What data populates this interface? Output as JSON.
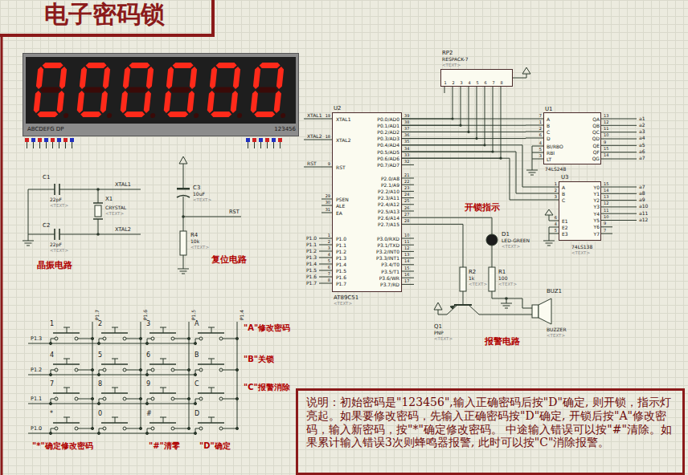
{
  "diagram": {
    "title": "电子密码锁",
    "nodes": [
      {
        "text": [
          "ABCDEFG DP",
          "123456"
        ]
      },
      {
        "text": [
          "RP2",
          "RESPACK-7",
          "<TEXT>",
          "1",
          "2",
          "3",
          "4",
          "5",
          "6",
          "7",
          "8"
        ]
      },
      {
        "text": [
          "U2",
          "XTAL1",
          "XTAL2",
          "RST",
          "PSEN",
          "ALE",
          "EA",
          "P1.0",
          "P1.1",
          "P1.2",
          "P1.3",
          "P1.4",
          "P1.5",
          "P1.6",
          "P1.7",
          "P0.0/AD0",
          "P0.1/AD1",
          "P0.2/AD2",
          "P0.3/AD3",
          "P0.4/AD4",
          "P0.5/AD5",
          "P0.6/AD6",
          "P0.7/AD7",
          "P2.0/A8",
          "P2.1/A9",
          "P2.2/A10",
          "P2.3/A11",
          "P2.4/A12",
          "P2.5/A13",
          "P2.6/A14",
          "P2.7/A15",
          "P3.0/RXD",
          "P3.1/TXD",
          "P3.2/INT0",
          "P3.3/INT1",
          "P3.4/T0",
          "P3.5/T1",
          "P3.6/WR",
          "P3.7/RD",
          "AT89C51",
          "<TEXT>"
        ]
      },
      {
        "text": [
          "U1",
          "A",
          "B",
          "C",
          "D",
          "BI/RBO",
          "RBI",
          "LT",
          "QA",
          "QB",
          "QC",
          "QD",
          "QE",
          "QF",
          "QG",
          "74LS248"
        ]
      },
      {
        "text": [
          "U3",
          "A",
          "B",
          "C",
          "E1",
          "E2",
          "E3",
          "Y0",
          "Y1",
          "Y2",
          "Y3",
          "Y4",
          "Y5",
          "Y6",
          "Y7",
          "74LS138",
          "<TEXT>"
        ]
      },
      {
        "text": [
          "说明：初始密码是\"123456\",输入正确密码后按\"D\"确定, 则开锁，指示灯亮起。如果要修改密码，先输入正确密码按\"D\"确定, 开锁后按\"A\"修改密码，输入新密码，按\"*\"确定修改密码。 中途输入错误可以按\"#\"清除。如果累计输入错误3次则蜂鸣器报警, 此时可以按\"C\"消除报警。"
        ]
      }
    ],
    "edges": [
      {
        "from": 2,
        "to": 3,
        "arrow": "none"
      },
      {
        "from": 2,
        "to": 4,
        "arrow": "none"
      },
      {
        "from": 1,
        "to": 2,
        "arrow": "none"
      }
    ],
    "labels": [
      "C1",
      "22pF",
      "<TEXT>",
      "X1",
      "CRYSTAL",
      "<TEXT>",
      "XTAL1",
      "XTAL2",
      "C2",
      "22pF",
      "<TEXT>",
      "晶振电路",
      "C3",
      "10uF",
      "<TEXT>",
      "RST",
      "R4",
      "10k",
      "<TEXT>",
      "复位电路",
      "XTAL1",
      "XTAL2",
      "RST",
      "P1.0",
      "P1.1",
      "P1.2",
      "P1.3",
      "P1.4",
      "P1.5",
      "P1.6",
      "P1.7",
      "P1.3",
      "P1.2",
      "P1.1",
      "P1.0",
      "P1.7",
      "P1.6",
      "P1.5",
      "P1.4",
      "1",
      "2",
      "3",
      "A",
      "4",
      "5",
      "6",
      "B",
      "7",
      "8",
      "9",
      "C",
      "*",
      "0",
      "#",
      "D",
      "\"A\"修改密码",
      "\"B\"关锁",
      "\"C\"报警消除",
      "\"*\"确定修改密码",
      "\"#\"清零",
      "\"D\"确定",
      "开锁指示",
      "D1",
      "LED-GREEN",
      "<TEXT>",
      "R2",
      "1k",
      "<TEXT>",
      "R1",
      "100",
      "<TEXT>",
      "Q1",
      "PNP",
      "<TEXT>",
      "BUZ1",
      "BUZZER",
      "<TEXT>",
      "报警电路",
      "19",
      "18",
      "9",
      "29",
      "30",
      "31",
      "1",
      "2",
      "3",
      "4",
      "5",
      "6",
      "7",
      "8",
      "39",
      "38",
      "37",
      "36",
      "35",
      "34",
      "33",
      "32",
      "21",
      "22",
      "23",
      "24",
      "25",
      "26",
      "27",
      "28",
      "10",
      "11",
      "12",
      "13",
      "14",
      "15",
      "16",
      "17",
      "7",
      "1",
      "2",
      "6",
      "4",
      "5",
      "3",
      "13",
      "12",
      "11",
      "10",
      "9",
      "15",
      "14",
      "a1",
      "a2",
      "a3",
      "a4",
      "a5",
      "a6",
      "a7",
      "1",
      "2",
      "3",
      "6",
      "4",
      "5",
      "15",
      "14",
      "13",
      "12",
      "11",
      "10",
      "9",
      "7",
      "a7",
      "a8",
      "a9",
      "a10",
      "a11",
      "a12"
    ]
  }
}
